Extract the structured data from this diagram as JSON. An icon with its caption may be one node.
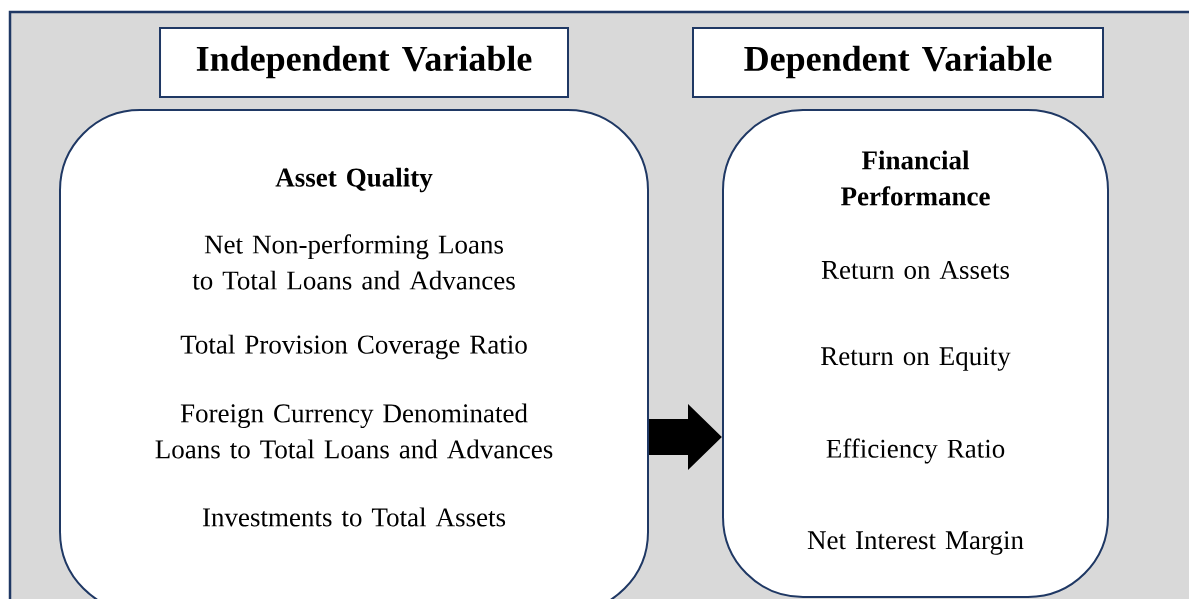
{
  "diagram": {
    "nodes": [
      {
        "text": [
          "Independent Variable"
        ]
      },
      {
        "text": [
          "Dependent Variable"
        ]
      },
      {
        "text": [
          "Asset Quality",
          "Net Non-performing Loans to Total Loans and Advances",
          "Total Provision Coverage Ratio",
          "Foreign Currency Denominated Loans to Total Loans and Advances",
          "Investments to Total Assets"
        ]
      },
      {
        "text": [
          "Financial Performance",
          "Return on Assets",
          "Return on Equity",
          "Efficiency Ratio",
          "Net Interest Margin"
        ]
      }
    ],
    "edges": [
      {
        "from": 2,
        "to": 3,
        "arrow": "to"
      }
    ]
  }
}
